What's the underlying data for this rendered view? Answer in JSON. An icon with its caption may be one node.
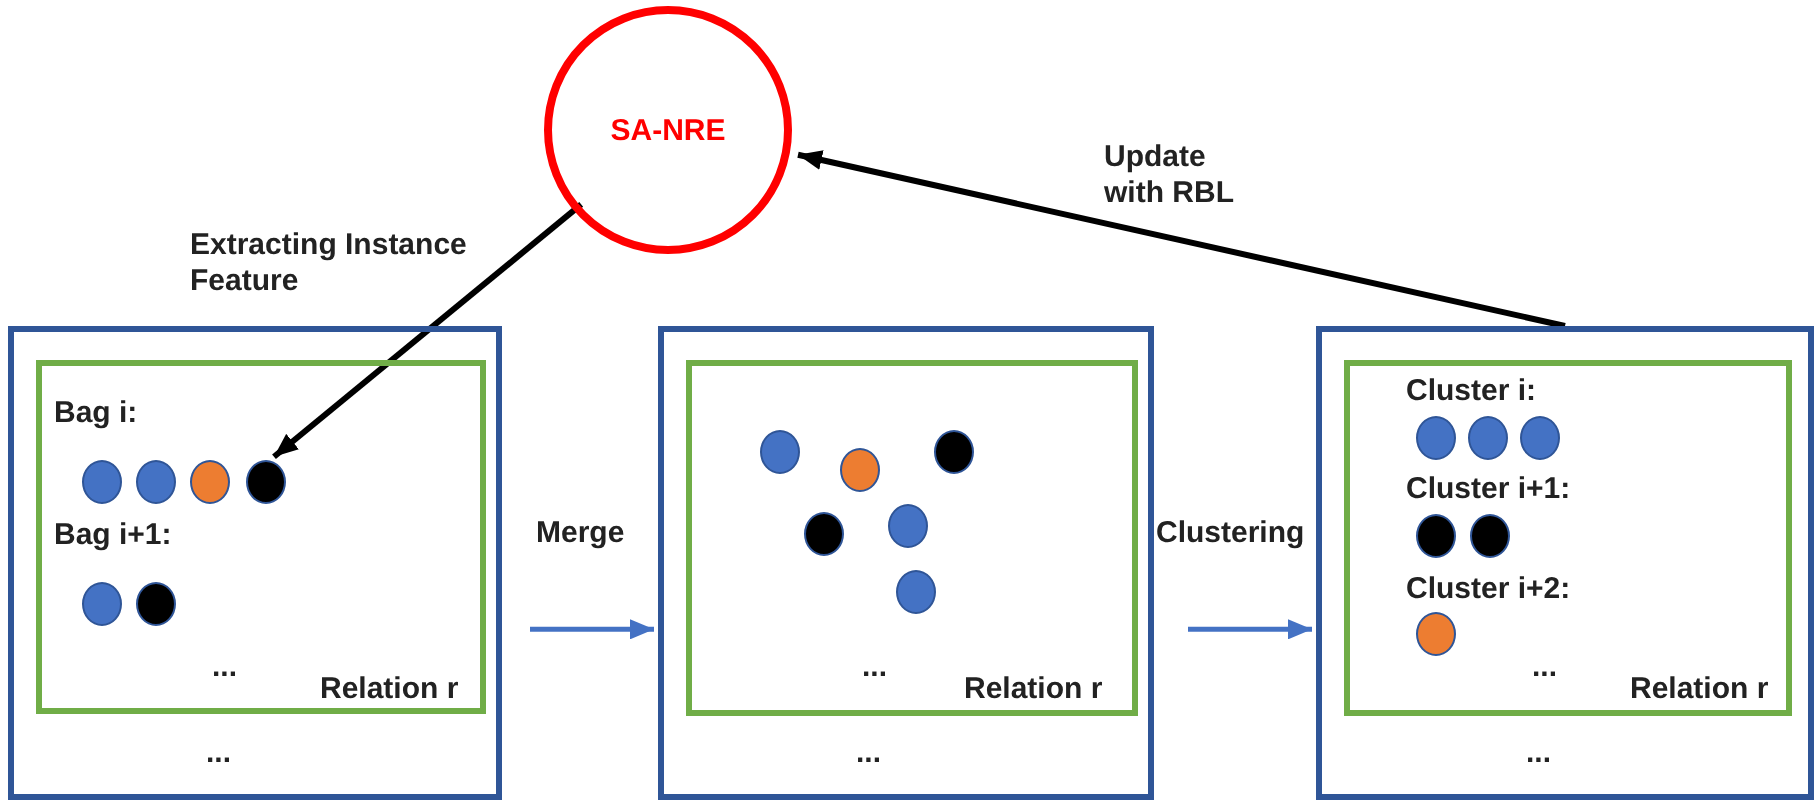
{
  "diagram": {
    "nodes": [
      {
        "text": [
          "SA-NRE"
        ]
      },
      {
        "text": [
          "..."
        ]
      },
      {
        "text": [
          "Bag i:",
          "Bag i+1:",
          "...",
          "Relation r"
        ],
        "in": 1
      },
      {
        "text": [],
        "shape": "circle",
        "in": 2
      },
      {
        "text": [],
        "shape": "circle",
        "in": 2
      },
      {
        "text": [],
        "shape": "circle",
        "in": 2
      },
      {
        "text": [],
        "shape": "circle",
        "in": 2
      },
      {
        "text": [],
        "shape": "circle",
        "in": 2
      },
      {
        "text": [],
        "shape": "circle",
        "in": 2
      },
      {
        "text": [
          "..."
        ]
      },
      {
        "text": [
          "...",
          "Relation r"
        ],
        "in": 9
      },
      {
        "text": [],
        "shape": "circle",
        "in": 10
      },
      {
        "text": [],
        "shape": "circle",
        "in": 10
      },
      {
        "text": [],
        "shape": "circle",
        "in": 10
      },
      {
        "text": [],
        "shape": "circle",
        "in": 10
      },
      {
        "text": [],
        "shape": "circle",
        "in": 10
      },
      {
        "text": [],
        "shape": "circle",
        "in": 10
      },
      {
        "text": [
          "..."
        ]
      },
      {
        "text": [
          "Cluster i:",
          "Cluster i+1:",
          "Cluster i+2:",
          "...",
          "Relation r"
        ],
        "in": 17
      },
      {
        "text": [],
        "shape": "circle",
        "in": 18
      },
      {
        "text": [],
        "shape": "circle",
        "in": 18
      },
      {
        "text": [],
        "shape": "circle",
        "in": 18
      },
      {
        "text": [],
        "shape": "circle",
        "in": 18
      },
      {
        "text": [],
        "shape": "circle",
        "in": 18
      },
      {
        "text": [],
        "shape": "circle",
        "in": 18
      }
    ],
    "edges": [
      {
        "from": 0,
        "to": 6,
        "arrow": "to",
        "label": "Extracting Instance Feature",
        "color": "#000000"
      },
      {
        "from": 17,
        "to": 0,
        "arrow": "to",
        "label": "Update with RBL",
        "color": "#000000"
      },
      {
        "from": 1,
        "to": 9,
        "arrow": "to",
        "label": "Merge",
        "color": "#4472c4"
      },
      {
        "from": 9,
        "to": 17,
        "arrow": "to",
        "label": "Clustering",
        "color": "#4472c4"
      }
    ]
  }
}
